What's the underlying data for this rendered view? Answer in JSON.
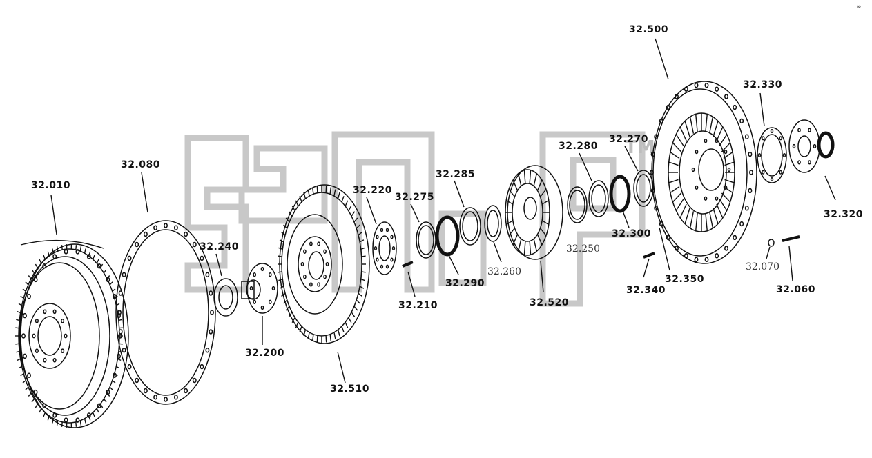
{
  "labels": {
    "l32010": "32.010",
    "l32080": "32.080",
    "l32240": "32.240",
    "l32200": "32.200",
    "l32510": "32.510",
    "l32220": "32.220",
    "l32275": "32.275",
    "l32210": "32.210",
    "l32285": "32.285",
    "l32290": "32.290",
    "l32260": "32.260",
    "l32520": "32.520",
    "l32280": "32.280",
    "l32250": "32.250",
    "l32270": "32.270",
    "l32300": "32.300",
    "l32340": "32.340",
    "l32350": "32.350",
    "l32500": "32.500",
    "l32330": "32.330",
    "l32320": "32.320",
    "l32070": "32.070",
    "l32060": "32.060"
  },
  "watermark": {
    "tm": "TM"
  },
  "corner_mark": "∞"
}
